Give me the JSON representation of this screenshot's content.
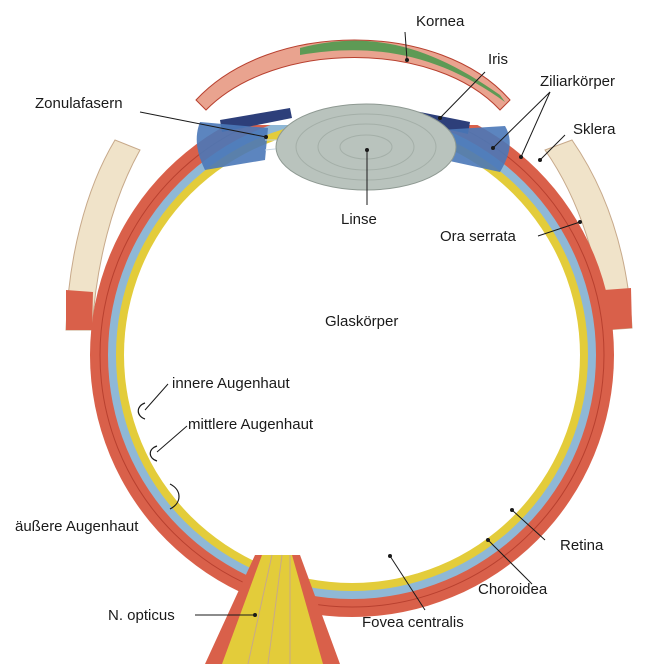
{
  "diagram": {
    "labels": {
      "kornea": "Kornea",
      "iris": "Iris",
      "ziliarkoerper": "Ziliarkörper",
      "zonulafasern": "Zonulafasern",
      "sklera": "Sklera",
      "linse": "Linse",
      "ora_serrata": "Ora serrata",
      "glaskoerper": "Glaskörper",
      "innere_augenhaut": "innere Augenhaut",
      "mittlere_augenhaut": "mittlere Augenhaut",
      "aeussere_augenhaut": "äußere Augenhaut",
      "retina": "Retina",
      "choroidea": "Choroidea",
      "n_opticus": "N. opticus",
      "fovea_centralis": "Fovea centralis"
    },
    "colors": {
      "sclera": "#d9604a",
      "sclera_dark": "#b8402f",
      "choroid": "#8fb8d6",
      "retina": "#e3cc3a",
      "lens": "#b9c3bd",
      "cornea": "#e9a38f",
      "conjunctiva": "#5e9a55",
      "ciliary": "#4a78b8",
      "muscle_light": "#efe2c8"
    }
  }
}
